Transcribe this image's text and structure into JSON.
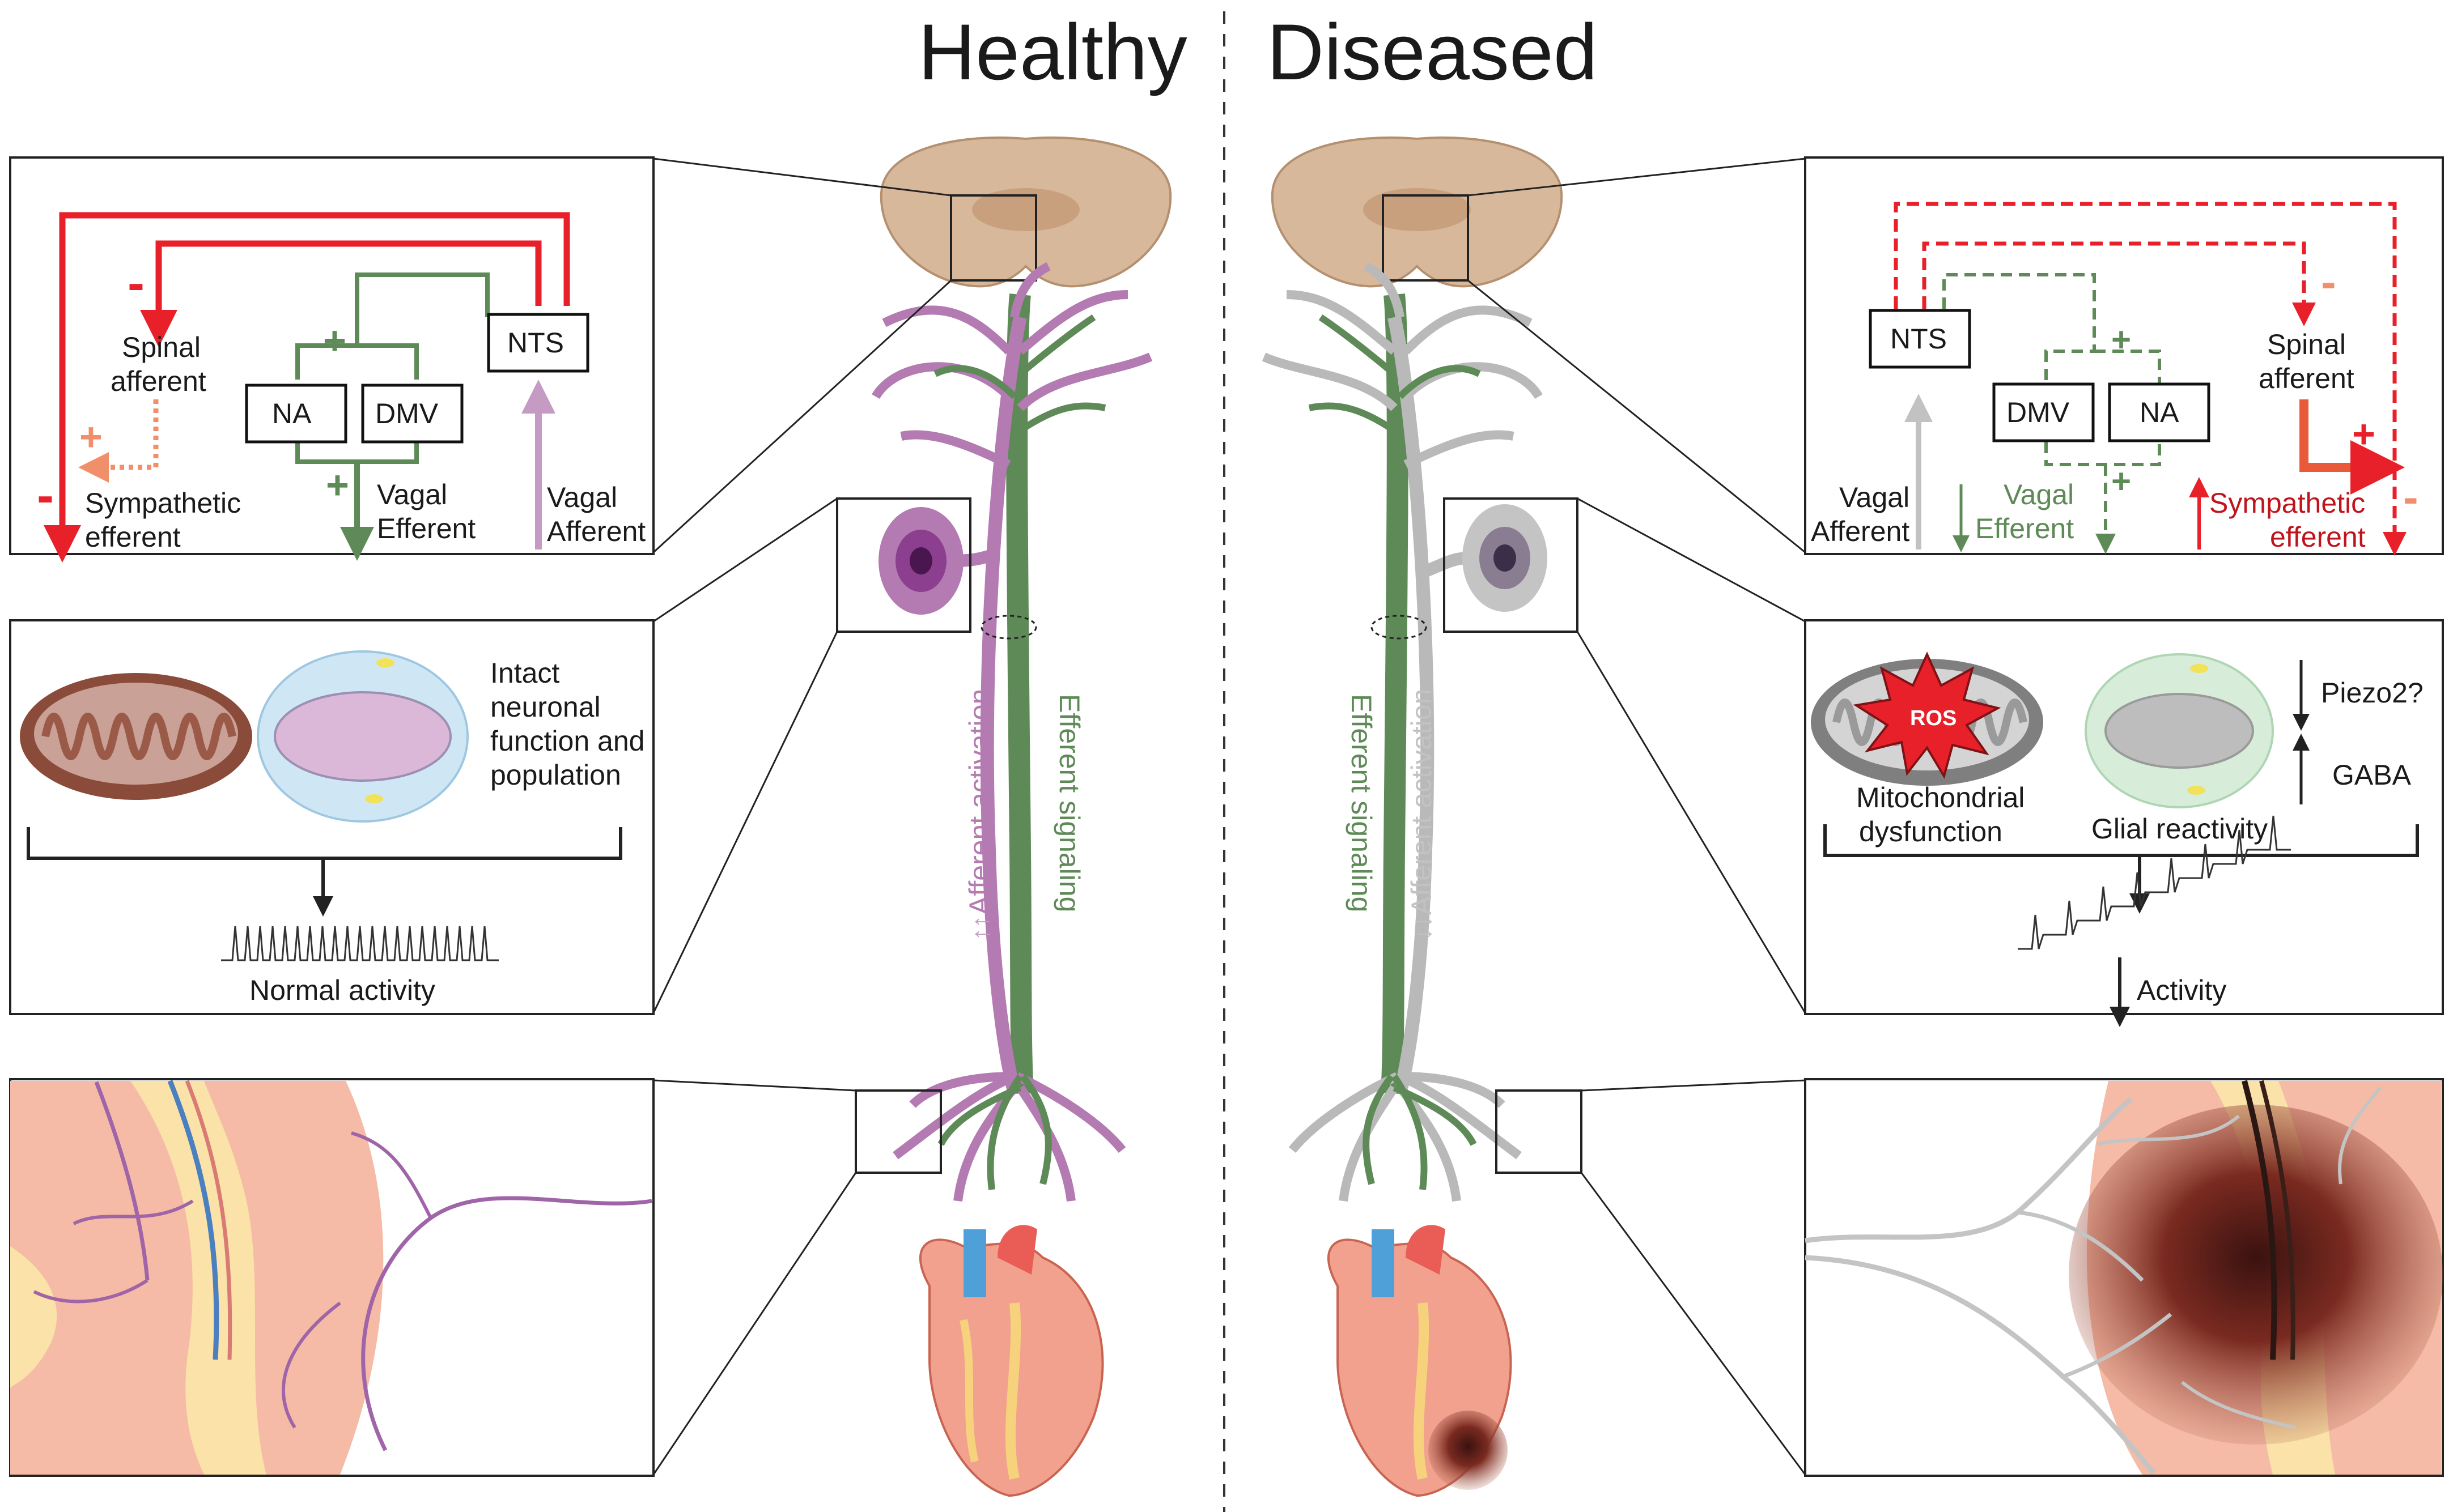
{
  "titles": {
    "healthy": "Healthy",
    "diseased": "Diseased"
  },
  "healthy": {
    "circuit": {
      "nts": "NTS",
      "na": "NA",
      "dmv": "DMV",
      "spinal_afferent": [
        "Spinal",
        "afferent"
      ],
      "sympathetic_efferent": [
        "Sympathetic",
        "efferent"
      ],
      "vagal_efferent": [
        "Vagal",
        "Efferent"
      ],
      "vagal_afferent": [
        "Vagal",
        "Afferent"
      ],
      "signs": {
        "minus_top": "-",
        "minus_bottom": "-",
        "plus_spinal": "+",
        "plus_green_top": "+",
        "plus_green_bottom": "+"
      }
    },
    "cell": {
      "text": [
        "Intact",
        "neuronal",
        "function and",
        "population"
      ],
      "caption": "Normal activity"
    }
  },
  "diseased": {
    "circuit": {
      "nts": "NTS",
      "dmv": "DMV",
      "na": "NA",
      "spinal_afferent": [
        "Spinal",
        "afferent"
      ],
      "sympathetic_efferent": [
        "Sympathetic",
        "efferent"
      ],
      "vagal_afferent": [
        "Vagal",
        "Afferent"
      ],
      "vagal_efferent": [
        "Vagal",
        "Efferent"
      ],
      "signs": {
        "minus_top": "-",
        "minus_bottom": "-",
        "plus_spinal": "+",
        "plus_green_top": "+",
        "plus_green_bottom": "+"
      }
    },
    "cell": {
      "ros": "ROS",
      "mito_caption": [
        "Mitochondrial",
        "dysfunction"
      ],
      "glia_caption": "Glial reactivity",
      "piezo": "Piezo2?",
      "gaba": "GABA",
      "caption": "Activity"
    }
  },
  "neuron_labels": {
    "healthy_afferent": "Afferent activation",
    "healthy_efferent": "Efferent signaling",
    "diseased_efferent": "Efferent signaling",
    "diseased_afferent": "Afferent activation",
    "arrow_up": "↑↑",
    "arrow_down": "↓↓"
  },
  "colors": {
    "red": "#e8202a",
    "salmon": "#f08f6a",
    "green": "#5e8a57",
    "pink": "#b47ab2",
    "grey": "#b9b9b9",
    "dark_red": "#c0141c"
  }
}
